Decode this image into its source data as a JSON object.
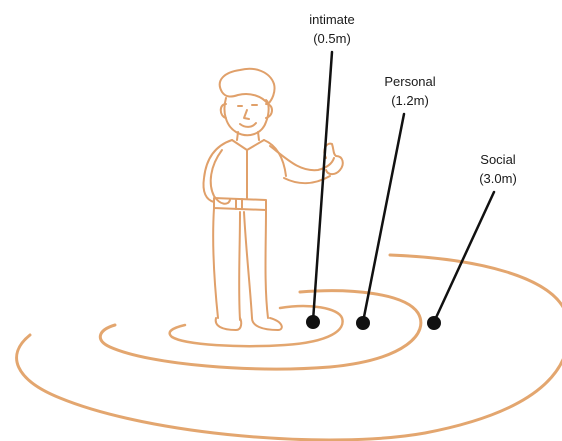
{
  "zones": [
    {
      "name": "intimate",
      "distance": "(0.5m)"
    },
    {
      "name": "Personal",
      "distance": "(1.2m)"
    },
    {
      "name": "Social",
      "distance": "(3.0m)"
    }
  ],
  "colors": {
    "ring": "#E3A66F",
    "figure": "#E0A06A",
    "marker": "#111111",
    "text": "#1a1a1a"
  }
}
